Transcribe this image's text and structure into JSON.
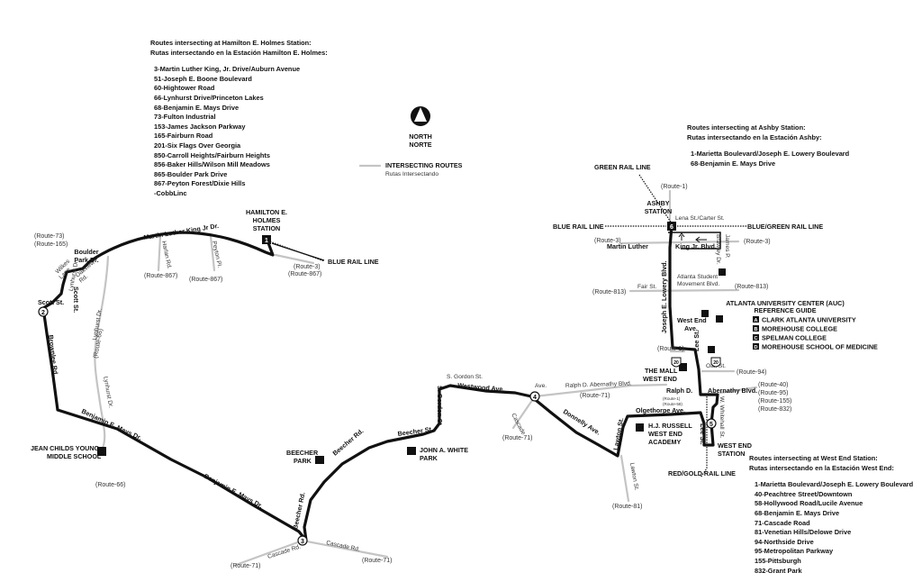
{
  "hamilton_block": {
    "title_en": "Routes intersecting at Hamilton E. Holmes  Station:",
    "title_es": "Rutas intersectando en la Estación Hamilton E. Holmes:",
    "routes": [
      "3-Martin Luther King, Jr. Drive/Auburn Avenue",
      "51-Joseph E. Boone Boulevard",
      "60-Hightower Road",
      "66-Lynhurst Drive/Princeton Lakes",
      "68-Benjamin E. Mays Drive",
      "73-Fulton Industrial",
      "153-James Jackson Parkway",
      "165-Fairburn Road",
      "201-Six Flags Over Georgia",
      "850-Carroll Heights/Fairburn Heights",
      "856-Baker Hills/Wilson Mill Meadows",
      "865-Boulder Park Drive",
      "867-Peyton Forest/Dixie Hills",
      "-CobbLinc"
    ]
  },
  "ashby_block": {
    "title_en": "Routes intersecting at  Ashby Station:",
    "title_es": "Rutas intersectando en la Estación Ashby:",
    "routes": [
      "1-Marietta Boulevard/Joseph E. Lowery Boulevard",
      "68-Benjamin E. Mays Drive"
    ]
  },
  "westend_block": {
    "title_en": "Routes intersecting at West End Station:",
    "title_es": "Rutas intersectando en la Estación West End:",
    "routes": [
      "1-Marietta Boulevard/Joseph E. Lowery Boulevard",
      "40-Peachtree Street/Downtown",
      "58-Hollywood Road/Lucile Avenue",
      "68-Benjamin E. Mays Drive",
      "71-Cascade Road",
      "81-Venetian Hills/Delowe Drive",
      "94-Northside Drive",
      "95-Metropolitan Parkway",
      "155-Pittsburgh",
      "832-Grant Park"
    ]
  },
  "compass": {
    "en": "NORTH",
    "es": "NORTE"
  },
  "legend": {
    "en": "INTERSECTING ROUTES",
    "es": "Rutas Intersectando"
  },
  "stations": {
    "hamilton": [
      "HAMILTON E.",
      "HOLMES",
      "STATION"
    ],
    "ashby": [
      "ASHBY",
      "STATION"
    ],
    "westend": [
      "WEST END",
      "STATION"
    ]
  },
  "rail_lines": {
    "blue_hamilton": "BLUE RAIL LINE",
    "green": "GREEN RAIL LINE",
    "blue_ashby": "BLUE RAIL LINE",
    "blue_green": "BLUE/GREEN RAIL LINE",
    "red_gold": "RED/GOLD RAIL LINE"
  },
  "auc": {
    "title": [
      "ATLANTA UNIVERSITY CENTER (AUC)",
      "REFERENCE GUIDE"
    ],
    "items": [
      {
        "code": "A",
        "name": "CLARK ATLANTA UNIVERSITY"
      },
      {
        "code": "B",
        "name": "MOREHOUSE COLLEGE"
      },
      {
        "code": "C",
        "name": "SPELMAN COLLEGE"
      },
      {
        "code": "D",
        "name": "MOREHOUSE SCHOOL OF MEDICINE"
      }
    ]
  },
  "timepoints": [
    "1",
    "2",
    "3",
    "4",
    "5",
    "6"
  ],
  "streets_west": {
    "mlk": "Martin Luther King Jr Dr.",
    "harlan": "Harlan Rd.",
    "peyton": "Peyton Pl.",
    "boulder": [
      "Boulder",
      "Park Dr."
    ],
    "wilkes": [
      "Wilkes",
      "Lane"
    ],
    "oakview": [
      "Oakview",
      "Rd."
    ],
    "scott_h": "Scott St.",
    "scott_v": "Scott St.",
    "lynhurst1": "Lynhurst Dr.",
    "lynhurst2": "Lynhurst Dr.",
    "lynhurst3": "Lynhurst Dr.",
    "brownlee": "Brownlee Rd.",
    "bemays1": "Benjamin E. Mays Dr.",
    "bemays2": "Benjamin E. Mays Dr.",
    "beecher_rd1": "Beecher Rd.",
    "beecher_rd2": "Beecher Rd.",
    "cascade1": "Cascade Rd.",
    "cascade2": "Cascade Rd.",
    "cascade3": "Cascade",
    "beecher_st": "Beecher St.",
    "s_gordon1": "S. Gordon St.",
    "s_gordon2": "S. Gordon St.",
    "westwood": "Westwood Ave.",
    "ave": "Ave.",
    "ralph1": "Ralph D. Abernathy Blvd.",
    "donnelly": "Donnelly Ave.",
    "lawton1": "Lawton St.",
    "lawton2": "Lawton St."
  },
  "streets_east": {
    "lena": "Lena St./Carter St.",
    "mlk_a": "Martin Luther",
    "mlk_b": "King Jr. Blvd.",
    "james_p": "James P.",
    "brawley": "Brawley Dr.",
    "lowery": "Joseph E. Lowery Blvd.",
    "fair": "Fair St.",
    "student": [
      "Atlanta Student",
      "Movement Blvd."
    ],
    "oak": "Oak St.",
    "lee1": "Lee St.",
    "lee2": "Lee St.",
    "ralph_d": "Ralph D.",
    "abernathy": "Abernathy Blvd.",
    "olgethorpe": "Olgethorpe Ave.",
    "whitehall": "W. Whitehall St."
  },
  "landmarks": {
    "jean_childs": [
      "JEAN CHILDS YOUNG",
      "MIDDLE SCHOOL"
    ],
    "beecher_park": [
      "BEECHER",
      "PARK"
    ],
    "john_white": [
      "JOHN A. WHITE",
      "PARK"
    ],
    "mall": [
      "THE MALL",
      "WEST END"
    ],
    "hj_russell": [
      "H.J. RUSSELL",
      "WEST END",
      "ACADEMY"
    ],
    "west_end_ave": [
      "West End",
      "Ave."
    ]
  },
  "route_labels": {
    "r73": "(Route-73)",
    "r165": "(Route-165)",
    "r867a": "(Route-867)",
    "r867b": "(Route-867)",
    "r3_hamilton": "(Route-3)",
    "r867_hamilton": "(Route-867)",
    "r66a": "(Route-66)",
    "r66b": "(Route-66)",
    "r71_cascade": "(Route-71)",
    "r71_cascade2": "(Route-71)",
    "r71_ralph": "(Route-71)",
    "r71_west": "(Route-71)",
    "r1_small": "(Route-1)",
    "r58_small": "(Route-58)",
    "r1_top": "(Route-1)",
    "r3_west": "(Route-3)",
    "r3_east": "(Route-3)",
    "r813_west": "(Route-813)",
    "r813_east": "(Route-813)",
    "r1_mid": "(Route-1)",
    "r94": "(Route-94)",
    "r40": "(Route-40)",
    "r95": "(Route-95)",
    "r155": "(Route-155)",
    "r832": "(Route-832)",
    "r81": "(Route-81)"
  },
  "shields": {
    "i20": "20"
  },
  "colors": {
    "route": "#111111",
    "intersecting": "#c4c4c4",
    "rail": "#111111",
    "text": "#111111"
  }
}
